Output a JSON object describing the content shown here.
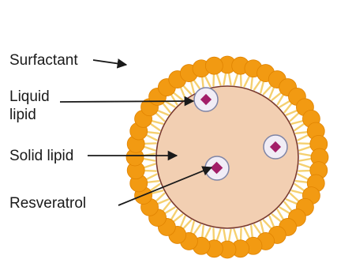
{
  "labels": {
    "surfactant": "Surfactant",
    "liquid_line1": "Liquid",
    "liquid_line2": "lipid",
    "solid_lipid": "Solid lipid",
    "resveratrol": "Resveratrol"
  },
  "colors": {
    "surfactant_head": "#F29A12",
    "surfactant_head_outline": "#E08300",
    "surfactant_tail": "#F5D070",
    "solid_core": "#F2CFB2",
    "solid_core_outline": "#7A3A2E",
    "liquid_droplet": "#F1EDF6",
    "liquid_droplet_outline": "#7E84A6",
    "resveratrol": "#A21E68",
    "arrow": "#1A1A1A"
  },
  "surfactant_count": 44
}
